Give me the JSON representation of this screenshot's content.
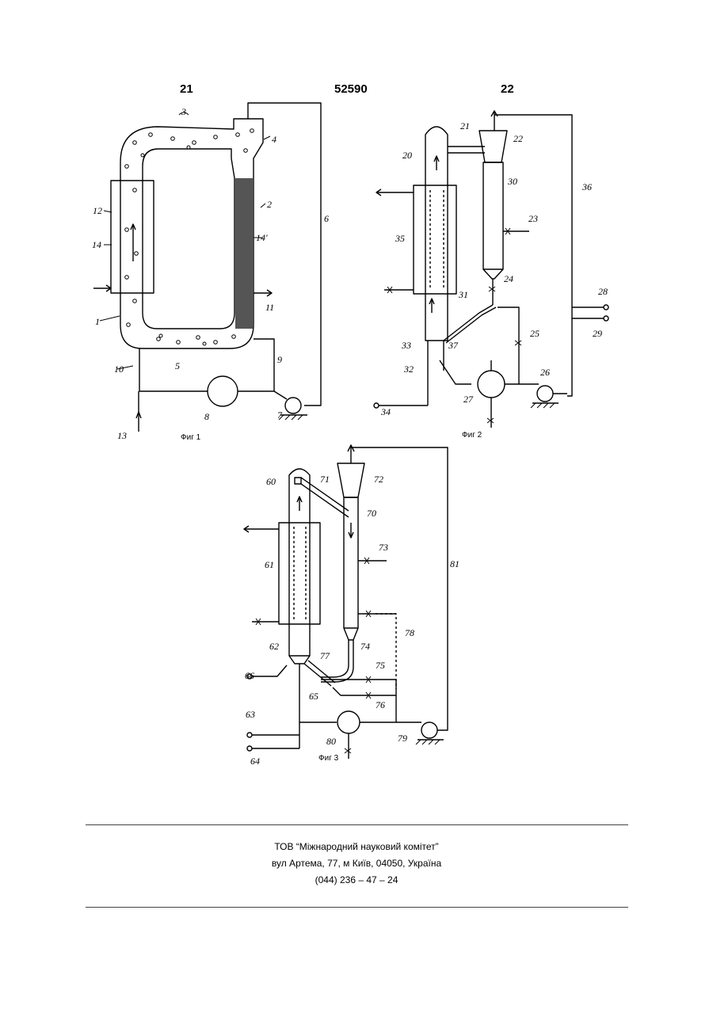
{
  "header": {
    "left_page": "21",
    "doc_number": "52590",
    "right_page": "22"
  },
  "figures": {
    "fig1": {
      "caption": "Фиг 1",
      "labels": [
        "1",
        "2",
        "3",
        "4",
        "5",
        "6",
        "7",
        "8",
        "9",
        "10",
        "11",
        "12",
        "13",
        "14",
        "14'"
      ]
    },
    "fig2": {
      "caption": "Фиг 2",
      "labels": [
        "20",
        "21",
        "22",
        "23",
        "24",
        "25",
        "26",
        "27",
        "28",
        "29",
        "30",
        "31",
        "32",
        "33",
        "34",
        "35",
        "36",
        "37"
      ]
    },
    "fig3": {
      "caption": "Фиг 3",
      "labels": [
        "60",
        "61",
        "62",
        "63",
        "64",
        "65",
        "66",
        "70",
        "71",
        "72",
        "73",
        "74",
        "75",
        "76",
        "77",
        "78",
        "79",
        "80",
        "81"
      ]
    }
  },
  "footer": {
    "company": "ТОВ “Міжнародний науковий комітет”",
    "address": "вул  Артема, 77, м  Київ, 04050, Україна",
    "phone": "(044) 236 – 47 – 24"
  }
}
